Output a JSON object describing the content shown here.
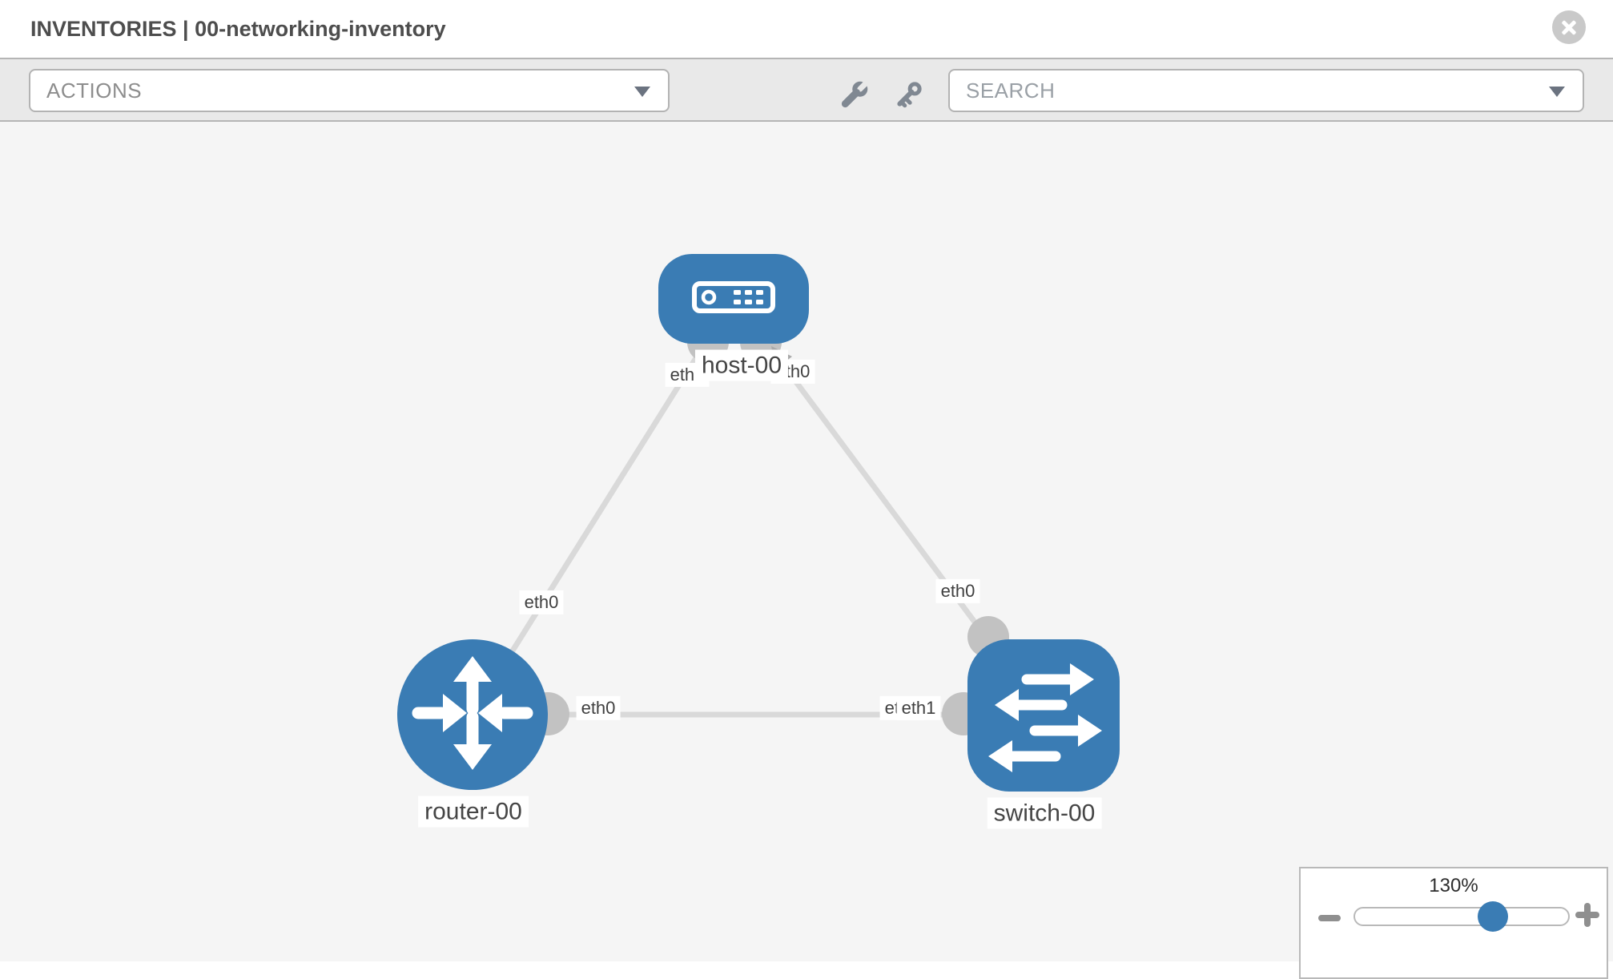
{
  "header": {
    "title": "INVENTORIES | 00-networking-inventory"
  },
  "toolbar": {
    "actions_label": "ACTIONS",
    "search_placeholder": "SEARCH",
    "icons": [
      "wrench-icon",
      "key-icon"
    ]
  },
  "canvas": {
    "nodes": [
      {
        "id": "host-00",
        "label": "host-00",
        "type": "host",
        "icon": "server-icon"
      },
      {
        "id": "router-00",
        "label": "router-00",
        "type": "router",
        "icon": "router-arrows-icon"
      },
      {
        "id": "switch-00",
        "label": "switch-00",
        "type": "switch",
        "icon": "switch-arrows-icon"
      }
    ],
    "links": [
      {
        "from": "host-00",
        "from_interface": "eth0",
        "to": "router-00",
        "to_interface": "eth0"
      },
      {
        "from": "host-00",
        "from_interface": "eth0",
        "to": "switch-00",
        "to_interface": "eth0"
      },
      {
        "from": "router-00",
        "from_interface": "eth0",
        "to": "switch-00",
        "to_interface": "eth1",
        "to_interface_overlapped": "eth0"
      }
    ],
    "colors": {
      "node_blue": "#3a7cb4",
      "link_gray": "#d9d9d9",
      "port_gray": "#c2c2c2",
      "canvas_bg": "#f5f5f5"
    }
  },
  "zoom_control": {
    "value": "130%"
  }
}
